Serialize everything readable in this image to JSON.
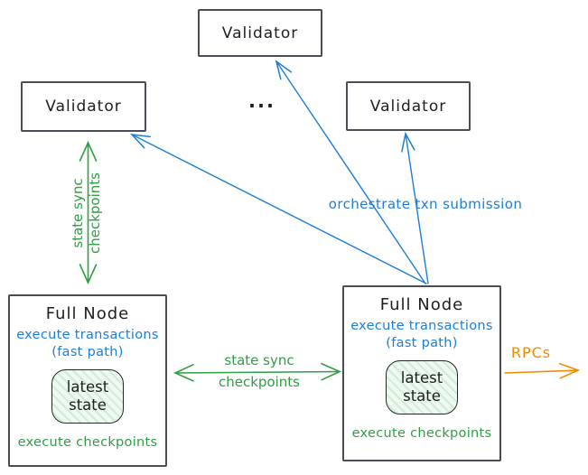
{
  "validators": [
    {
      "label": "Validator"
    },
    {
      "label": "Validator"
    },
    {
      "label": "Validator"
    }
  ],
  "ellipsis": "...",
  "full_nodes": [
    {
      "title": "Full Node",
      "execute_transactions": "execute transactions",
      "fast_path": "(fast path)",
      "latest_state_line1": "latest",
      "latest_state_line2": "state",
      "execute_checkpoints": "execute checkpoints"
    },
    {
      "title": "Full Node",
      "execute_transactions": "execute transactions",
      "fast_path": "(fast path)",
      "latest_state_line1": "latest",
      "latest_state_line2": "state",
      "execute_checkpoints": "execute checkpoints"
    }
  ],
  "arrows": {
    "state_sync_vertical": {
      "label_line1": "state sync",
      "label_line2": "checkpoints",
      "color": "#2f9e44"
    },
    "state_sync_horizontal": {
      "label_line1": "state sync",
      "label_line2": "checkpoints",
      "color": "#2f9e44"
    },
    "orchestrate": {
      "label": "orchestrate txn submission",
      "color": "#1c7ed6"
    },
    "rpcs": {
      "label": "RPCs",
      "color": "#f08c00"
    }
  },
  "colors": {
    "ink": "#1e1e1e",
    "green": "#2f9e44",
    "blue": "#1c7ed6",
    "orange": "#f08c00",
    "box_border": "#4a4e54",
    "state_fill_hatch_green": "#edf9f0"
  }
}
